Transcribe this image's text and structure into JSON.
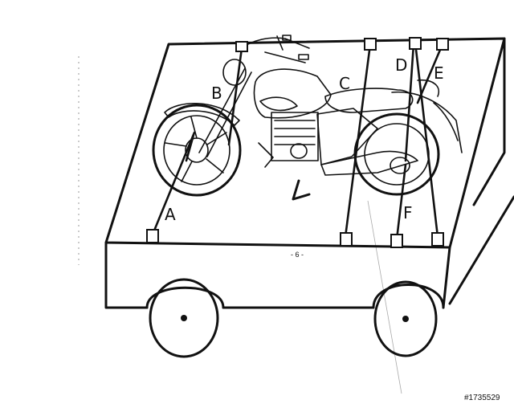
{
  "diagram": {
    "labels": [
      "A",
      "B",
      "C",
      "D",
      "E",
      "F"
    ],
    "page_number": "- 6 -",
    "watermark": "#1735529"
  },
  "colors": {
    "ink": "#111111",
    "paper": "#ffffff"
  }
}
